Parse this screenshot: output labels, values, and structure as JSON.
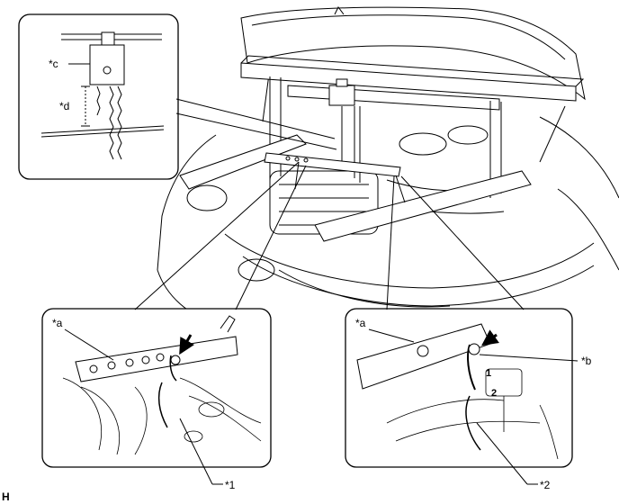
{
  "figure_code": "H",
  "callouts": {
    "c": "*c",
    "d": "*d",
    "a_left": "*a",
    "a_right": "*a",
    "b": "*b",
    "one": "*1",
    "two": "*2"
  },
  "step_numbers": {
    "first": "1",
    "second": "2"
  }
}
